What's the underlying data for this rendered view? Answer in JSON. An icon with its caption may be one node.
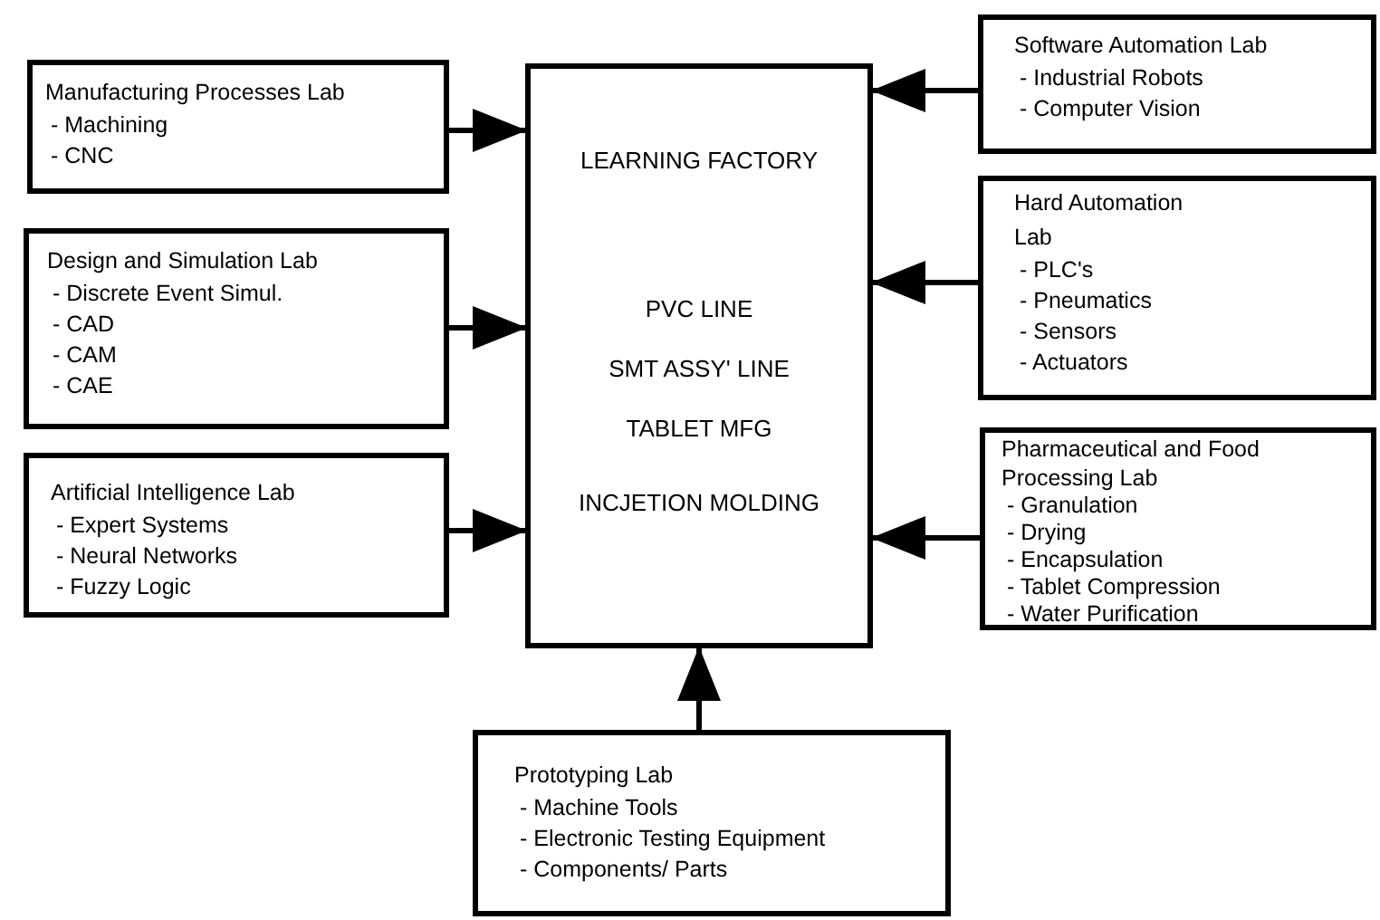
{
  "diagram": {
    "nodes": [
      {
        "text": [
          "LEARNING FACTORY",
          "PVC LINE",
          "SMT ASSY' LINE",
          "TABLET MFG",
          "INCJETION MOLDING"
        ]
      },
      {
        "text": [
          "Manufacturing Processes Lab",
          "- Machining",
          "- CNC"
        ]
      },
      {
        "text": [
          "Design and Simulation Lab",
          "- Discrete Event Simul.",
          "- CAD",
          "- CAM",
          "- CAE"
        ]
      },
      {
        "text": [
          "Artificial Intelligence Lab",
          "- Expert Systems",
          "- Neural Networks",
          "- Fuzzy Logic"
        ]
      },
      {
        "text": [
          "Software Automation Lab",
          "- Industrial Robots",
          "- Computer Vision"
        ]
      },
      {
        "text": [
          "Hard Automation Lab",
          "- PLC's",
          "- Pneumatics",
          "- Sensors",
          "- Actuators"
        ]
      },
      {
        "text": [
          "Pharmaceutical and Food Processing Lab",
          "- Granulation",
          "- Drying",
          "- Encapsulation",
          "- Tablet Compression",
          "- Water Purification"
        ]
      },
      {
        "text": [
          "Prototyping Lab",
          "- Machine Tools",
          "- Electronic Testing Equipment",
          "- Components/ Parts"
        ]
      }
    ],
    "edges": [
      {
        "from": 1,
        "to": 0,
        "arrow": "to"
      },
      {
        "from": 2,
        "to": 0,
        "arrow": "to"
      },
      {
        "from": 3,
        "to": 0,
        "arrow": "to"
      },
      {
        "from": 4,
        "to": 0,
        "arrow": "to"
      },
      {
        "from": 5,
        "to": 0,
        "arrow": "to"
      },
      {
        "from": 6,
        "to": 0,
        "arrow": "to"
      },
      {
        "from": 7,
        "to": 0,
        "arrow": "to"
      }
    ]
  }
}
